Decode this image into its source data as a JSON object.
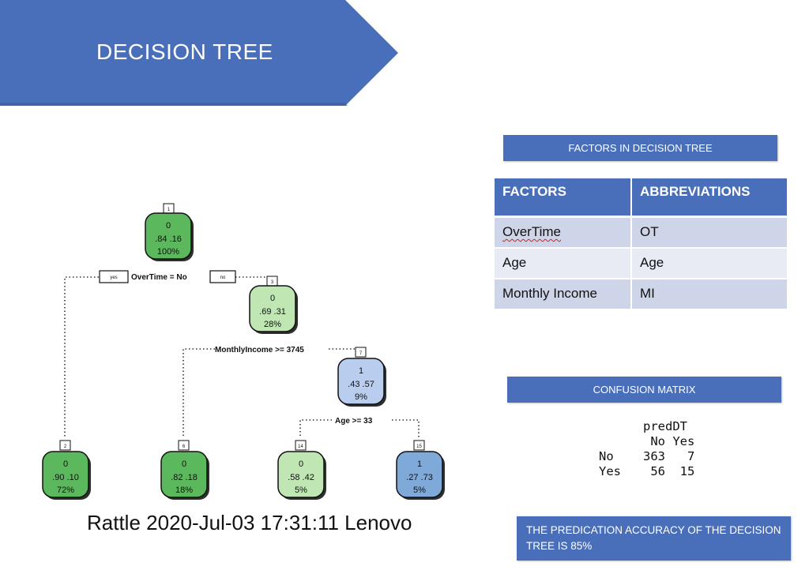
{
  "slide": {
    "title": "DECISION TREE"
  },
  "factors": {
    "bar_label": "FACTORS IN DECISION TREE",
    "headers": [
      "FACTORS",
      "ABBREVIATIONS"
    ],
    "rows": [
      [
        "OverTime",
        "OT"
      ],
      [
        "Age",
        "Age"
      ],
      [
        "Monthly Income",
        "MI"
      ]
    ]
  },
  "confusion": {
    "bar_label": "CONFUSION  MATRIX",
    "text": "      predDT\n       No Yes\nNo    363   7\nYes    56  15"
  },
  "accuracy": {
    "text": "THE PREDICATION ACCURACY OF THE DECISION TREE IS 85%"
  },
  "tree": {
    "colors": {
      "dark_green": "#5cb85c",
      "light_green": "#bfe6b3",
      "light_blue": "#b9cdee",
      "blue": "#7ea9d9"
    },
    "nodes": {
      "n1": {
        "id": "1",
        "class": "0",
        "probs": ".84  .16",
        "pct": "100%"
      },
      "n3": {
        "id": "3",
        "class": "0",
        "probs": ".69  .31",
        "pct": "28%"
      },
      "n7": {
        "id": "7",
        "class": "1",
        "probs": ".43  .57",
        "pct": "9%"
      },
      "n2": {
        "id": "2",
        "class": "0",
        "probs": ".90  .10",
        "pct": "72%"
      },
      "n6": {
        "id": "6",
        "class": "0",
        "probs": ".82  .18",
        "pct": "18%"
      },
      "n14": {
        "id": "14",
        "class": "0",
        "probs": ".58  .42",
        "pct": "5%"
      },
      "n15": {
        "id": "15",
        "class": "1",
        "probs": ".27  .73",
        "pct": "5%"
      }
    },
    "splits": {
      "overtime": "OverTime = No",
      "yes_label": "yes",
      "no_label": "no",
      "income": "MonthlyIncome >= 3745",
      "age": "Age >= 33"
    },
    "footer": "Rattle 2020-Jul-03 17:31:11 Lenovo"
  }
}
